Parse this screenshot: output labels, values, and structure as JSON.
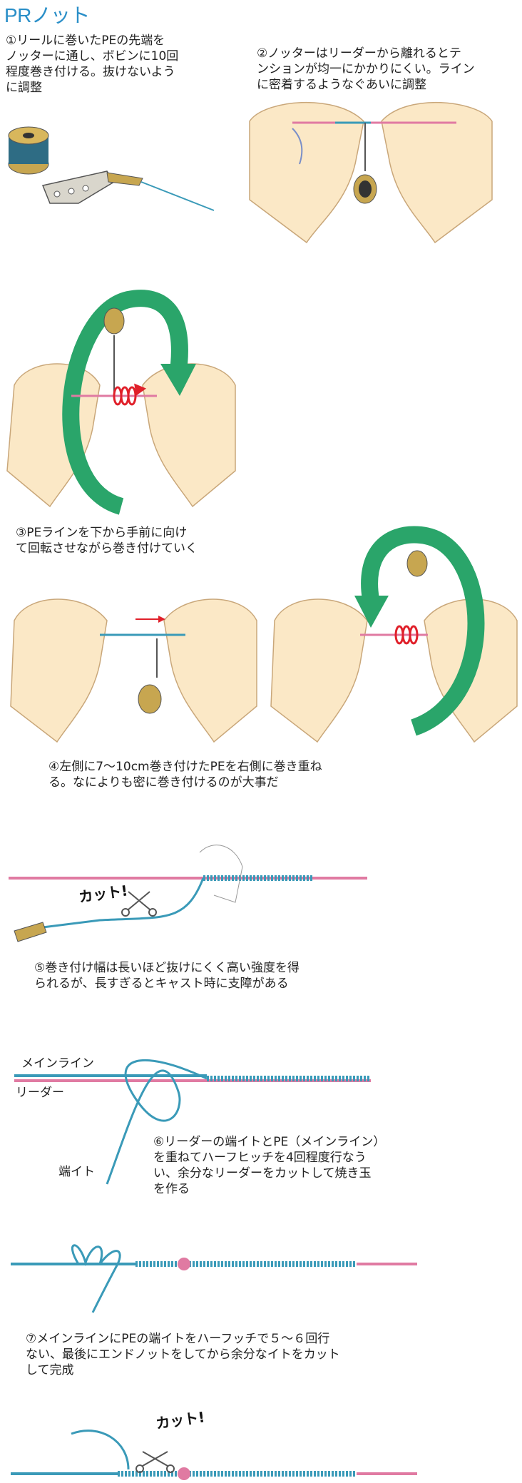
{
  "title": "PRノット",
  "steps": [
    {
      "caption": "①リールに巻いたPEの先端を\nノッターに通し、ボビンに10回\n程度巻き付ける。抜けないよう\nに調整"
    },
    {
      "caption": "②ノッターはリーダーから離れるとテ\nンションが均一にかかりにくい。ライン\nに密着するようなぐあいに調整"
    },
    {
      "caption": "③PEラインを下から手前に向け\nて回転させながら巻き付けていく"
    },
    {
      "caption": "④左側に7〜10cm巻き付けたPEを右側に巻き重ね\nる。なによりも密に巻き付けるのが大事だ"
    },
    {
      "caption": "⑤巻き付け幅は長いほど抜けにくく高い強度を得\nられるが、長すぎるとキャスト時に支障がある"
    },
    {
      "caption": "⑥リーダーの端イトとPE（メインライン）\nを重ねてハーフヒッチを4回程度行なう\nい、余分なリーダーをカットして焼き玉\nを作る"
    },
    {
      "caption": "⑦メインラインにPEの端イトをハーフッチで５〜６回行\nない、最後にエンドノットをしてから余分なイトをカット\nして完成"
    }
  ],
  "labels": {
    "cut": "カット!",
    "main_line": "メインライン",
    "leader": "リーダー",
    "tag_end": "端イト"
  },
  "colors": {
    "pe_line": "#3a9ab8",
    "leader": "#e07aa2",
    "arrow_green": "#2aa56a",
    "hand": "#fbe8c6",
    "red": "#e0202a",
    "title": "#2a8fc8"
  }
}
